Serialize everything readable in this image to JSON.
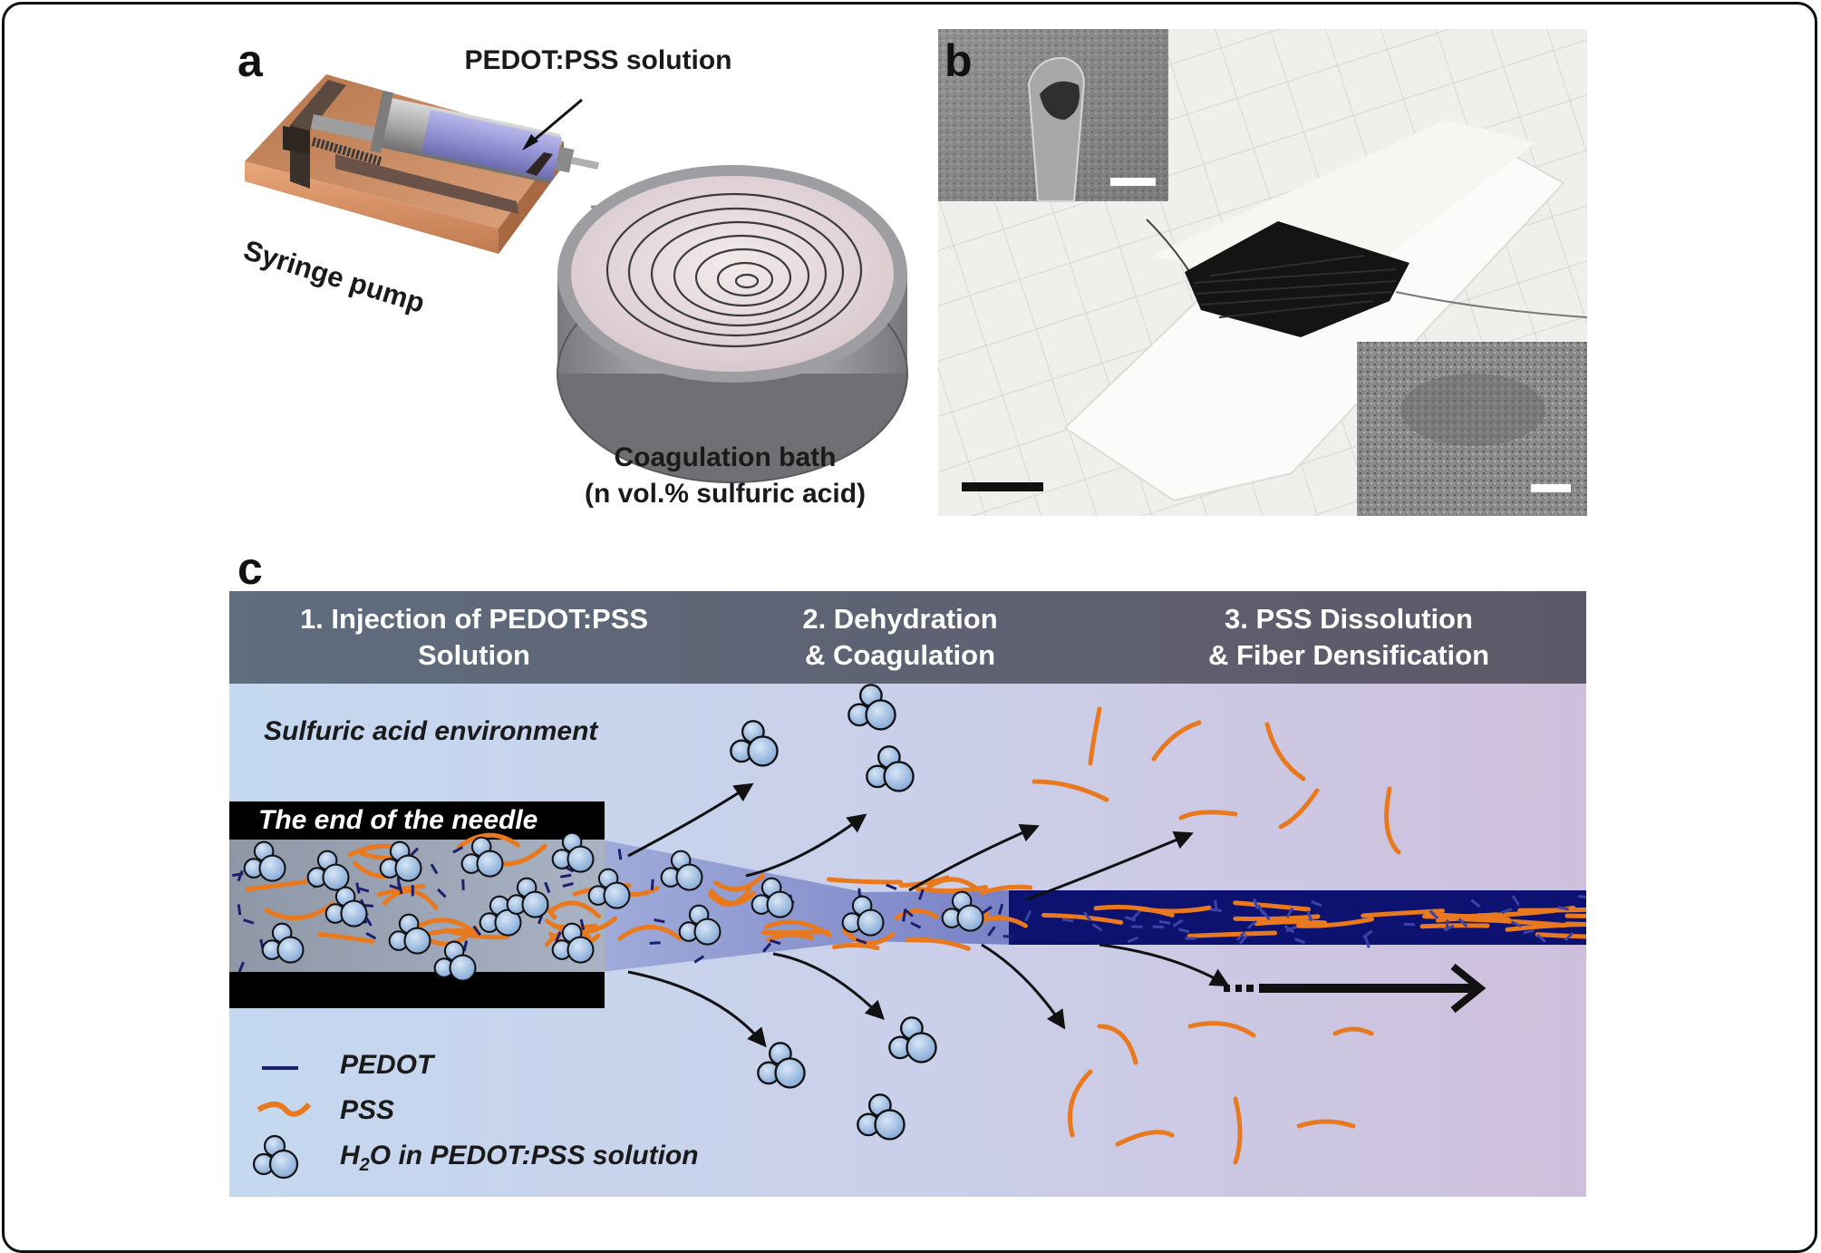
{
  "panel_a": {
    "label": "a",
    "solution_label": "PEDOT:PSS solution",
    "pump_label": "Syringe pump",
    "bath_label_line1": "Coagulation bath",
    "bath_label_line2": "(n vol.% sulfuric acid)"
  },
  "panel_b": {
    "label": "b"
  },
  "panel_c": {
    "label": "c",
    "stages": [
      {
        "line1": "1. Injection of PEDOT:PSS",
        "line2": "Solution"
      },
      {
        "line1": "2. Dehydration",
        "line2": "& Coagulation"
      },
      {
        "line1": "3. PSS Dissolution",
        "line2": "& Fiber Densification"
      }
    ],
    "environment_label": "Sulfuric acid environment",
    "needle_label": "The end of the needle",
    "legend": {
      "pedot": "PEDOT",
      "pss": "PSS",
      "water_prefix": "H",
      "water_sub": "2",
      "water_suffix": "O in PEDOT:PSS solution"
    }
  },
  "colors": {
    "pss": "#e8791f",
    "pedot": "#1b1f6e",
    "water": "#8fb3e0",
    "header": "#5a6270",
    "fiber": "#0d1170",
    "copper": "#c9845a"
  }
}
